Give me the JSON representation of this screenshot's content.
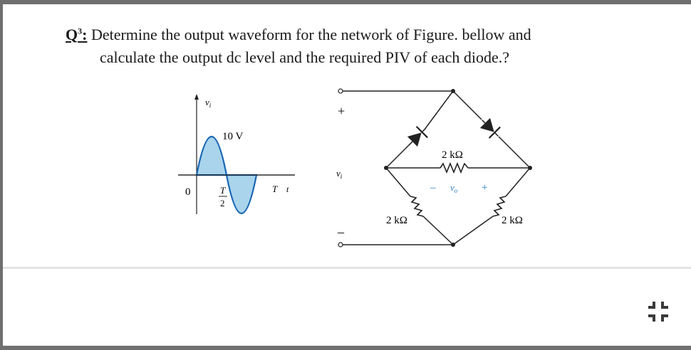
{
  "question": {
    "marker": "Q",
    "marker_sup": "3",
    "marker_suffix": ":",
    "line1": "Determine the output waveform for the network of Figure. bellow and",
    "line2": "calculate the output dc level and the required PIV of each diode.?"
  },
  "waveform": {
    "axis_label": "v",
    "axis_label_sub": "i",
    "peak_label": "10 V",
    "origin_label": "0",
    "half_period_num": "T",
    "half_period_den": "2",
    "period_label": "T",
    "time_label": "t"
  },
  "circuit": {
    "input_plus": "+",
    "input_minus": "–",
    "input_label": "v",
    "input_label_sub": "i",
    "top_resistor": "2 kΩ",
    "left_resistor": "2 kΩ",
    "right_resistor": "2 kΩ",
    "out_minus": "–",
    "out_label": "v",
    "out_label_sub": "o",
    "out_plus": "+"
  },
  "colors": {
    "wave_fill": "#a9d4ec",
    "wave_stroke": "#1a66b3",
    "line": "#222222"
  },
  "icons": {
    "expand": "collapse-arrows-icon"
  }
}
